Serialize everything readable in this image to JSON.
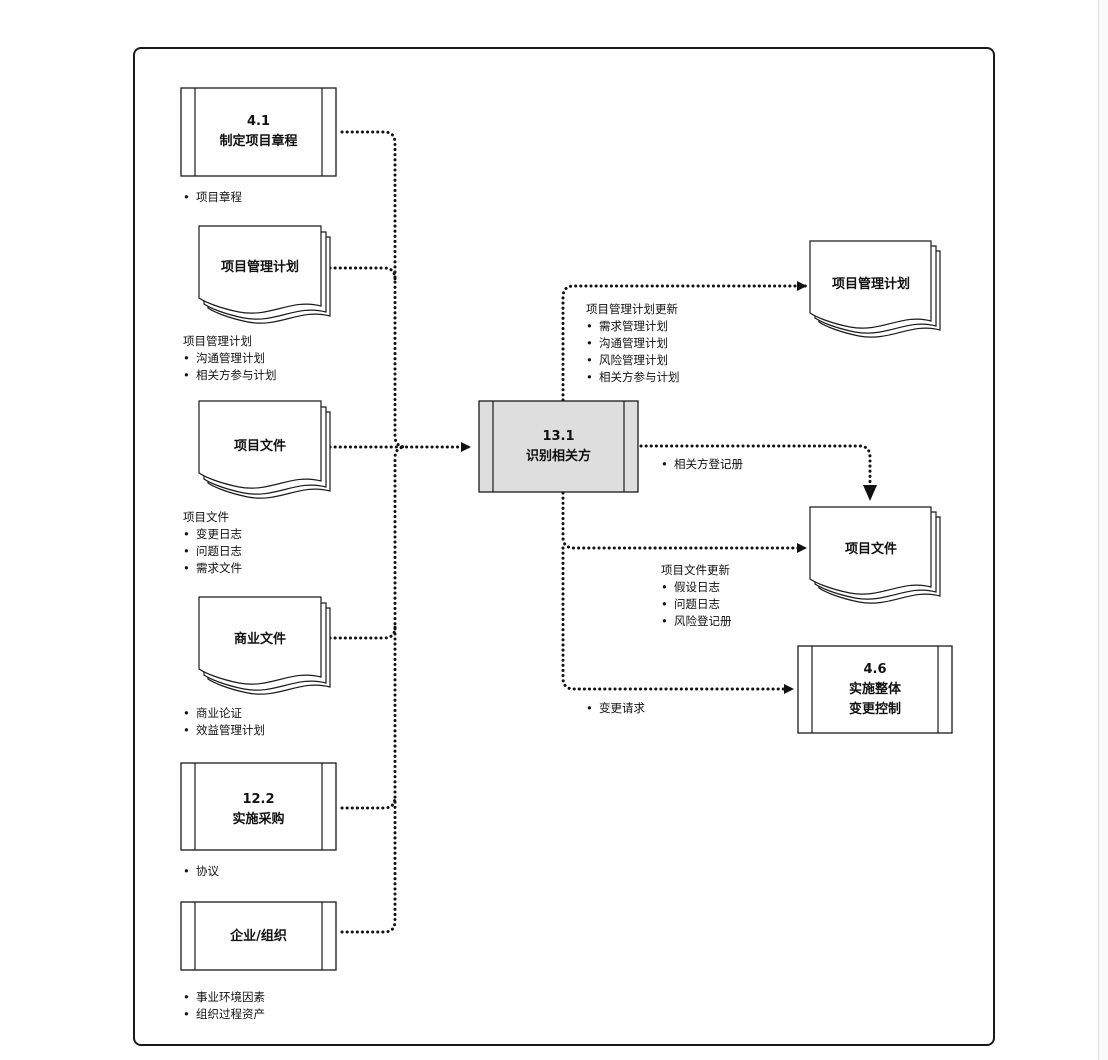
{
  "inputs": {
    "p41": {
      "number": "4.1",
      "name": "制定项目章程"
    },
    "p41_items": [
      "项目章程"
    ],
    "pmp": {
      "name": "项目管理计划"
    },
    "pmp_heading": "项目管理计划",
    "pmp_items": [
      "沟通管理计划",
      "相关方参与计划"
    ],
    "pdocs": {
      "name": "项目文件"
    },
    "pdocs_heading": "项目文件",
    "pdocs_items": [
      "变更日志",
      "问题日志",
      "需求文件"
    ],
    "bdocs": {
      "name": "商业文件"
    },
    "bdocs_items": [
      "商业论证",
      "效益管理计划"
    ],
    "p122": {
      "number": "12.2",
      "name": "实施采购"
    },
    "p122_items": [
      "协议"
    ],
    "org": {
      "name": "企业/组织"
    },
    "org_items": [
      "事业环境因素",
      "组织过程资产"
    ]
  },
  "main_process": {
    "number": "13.1",
    "name": "识别相关方"
  },
  "outputs": {
    "pmp": {
      "name": "项目管理计划"
    },
    "pmp_heading": "项目管理计划更新",
    "pmp_items": [
      "需求管理计划",
      "沟通管理计划",
      "风险管理计划",
      "相关方参与计划"
    ],
    "register_items": [
      "相关方登记册"
    ],
    "pdocs": {
      "name": "项目文件"
    },
    "pdocs_heading": "项目文件更新",
    "pdocs_items": [
      "假设日志",
      "问题日志",
      "风险登记册"
    ],
    "p46": {
      "number": "4.6",
      "name_line1": "实施整体",
      "name_line2": "变更控制"
    },
    "change_items": [
      "变更请求"
    ]
  },
  "bullet": "•"
}
